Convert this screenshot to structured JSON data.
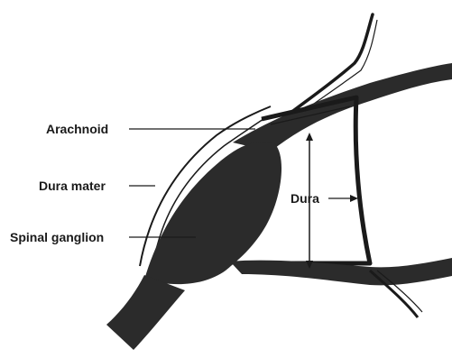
{
  "labels": {
    "arachnoid": "Arachnoid",
    "dura_mater": "Dura mater",
    "spinal_ganglion": "Spinal ganglion",
    "dura": "Dura"
  },
  "colors": {
    "tissue": "#2b2b2b",
    "outline": "#1a1a1a",
    "background": "#ffffff"
  }
}
